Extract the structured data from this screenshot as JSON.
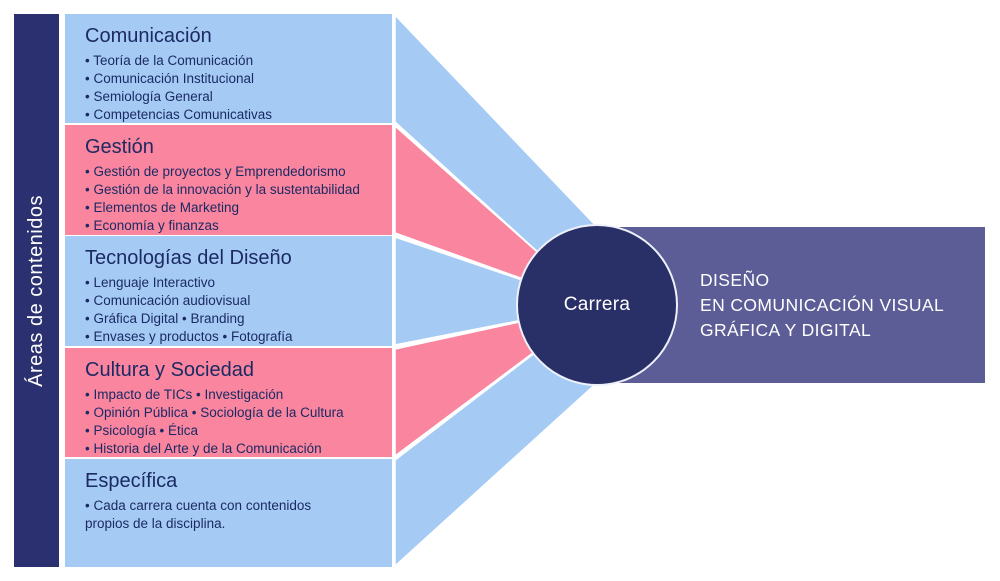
{
  "sidebar": {
    "label": "Áreas de contenidos"
  },
  "areas": [
    {
      "title": "Comunicación",
      "color": "blue",
      "lines": [
        "• Teoría de la Comunicación",
        "• Comunicación Institucional",
        "• Semiología General",
        "• Competencias Comunicativas"
      ]
    },
    {
      "title": "Gestión",
      "color": "pink",
      "lines": [
        "• Gestión de proyectos y Emprendedorismo",
        "• Gestión de la innovación y la sustentabilidad",
        "• Elementos de Marketing",
        "• Economía y finanzas"
      ]
    },
    {
      "title": "Tecnologías del Diseño",
      "color": "blue",
      "lines": [
        "• Lenguaje Interactivo",
        "• Comunicación audiovisual",
        "• Gráfica Digital • Branding",
        "• Envases y productos • Fotografía"
      ]
    },
    {
      "title": "Cultura y Sociedad",
      "color": "pink",
      "lines": [
        "• Impacto de TICs • Investigación",
        "• Opinión Pública • Sociología de la Cultura",
        "• Psicología • Ética",
        "• Historia del Arte y de la Comunicación"
      ]
    },
    {
      "title": "Específica",
      "color": "blue",
      "lines": [
        "• Cada carrera cuenta con contenidos",
        "propios de la disciplina."
      ]
    }
  ],
  "carrera": {
    "label": "Carrera"
  },
  "degree": {
    "lines": [
      "DISEÑO",
      "EN COMUNICACIÓN VISUAL",
      "GRÁFICA Y DIGITAL"
    ]
  },
  "colors": {
    "area_blue": "#a5cbf5",
    "area_pink": "#f9859f",
    "sidebar_navy": "#2b3170",
    "circle_navy": "#293067",
    "banner_purple": "#5c5c96",
    "box_text": "#1c2a63",
    "light_text": "#ffffff"
  }
}
